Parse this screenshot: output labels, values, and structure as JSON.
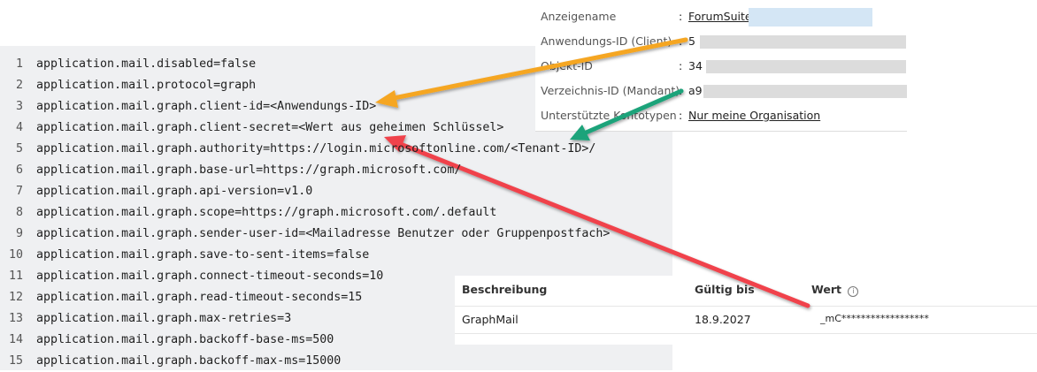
{
  "code": {
    "lines": [
      "application.mail.disabled=false",
      "application.mail.protocol=graph",
      "application.mail.graph.client-id=<Anwendungs-ID>",
      "application.mail.graph.client-secret=<Wert aus geheimen Schlüssel>",
      "application.mail.graph.authority=https://login.microsoftonline.com/<Tenant-ID>/",
      "application.mail.graph.base-url=https://graph.microsoft.com/",
      "application.mail.graph.api-version=v1.0",
      "application.mail.graph.scope=https://graph.microsoft.com/.default",
      "application.mail.graph.sender-user-id=<Mailadresse Benutzer oder Gruppenpostfach>",
      "application.mail.graph.save-to-sent-items=false",
      "application.mail.graph.connect-timeout-seconds=10",
      "application.mail.graph.read-timeout-seconds=15",
      "application.mail.graph.max-retries=3",
      "application.mail.graph.backoff-base-ms=500",
      "application.mail.graph.backoff-max-ms=15000"
    ],
    "numbers": [
      "1",
      "2",
      "3",
      "4",
      "5",
      "6",
      "7",
      "8",
      "9",
      "10",
      "11",
      "12",
      "13",
      "14",
      "15"
    ]
  },
  "info": {
    "rows": [
      {
        "label": "Anzeigename",
        "value": "ForumSuite"
      },
      {
        "label": "Anwendungs-ID (Client)",
        "value": "5"
      },
      {
        "label": "Objekt-ID",
        "value": "34"
      },
      {
        "label": "Verzeichnis-ID (Mandant)",
        "value": "a9"
      },
      {
        "label": "Unterstützte Kontotypen",
        "value": "Nur meine Organisation"
      }
    ],
    "separator": ":"
  },
  "secrets": {
    "headers": {
      "description": "Beschreibung",
      "expires": "Gültig bis",
      "value": "Wert"
    },
    "rows": [
      {
        "description": "GraphMail",
        "expires": "18.9.2027",
        "value": "_mC******************"
      }
    ]
  },
  "colors": {
    "orange_arrow": "#f5a623",
    "green_arrow": "#1aa37a",
    "red_arrow": "#f0434b",
    "link": "#0f6cbd"
  }
}
